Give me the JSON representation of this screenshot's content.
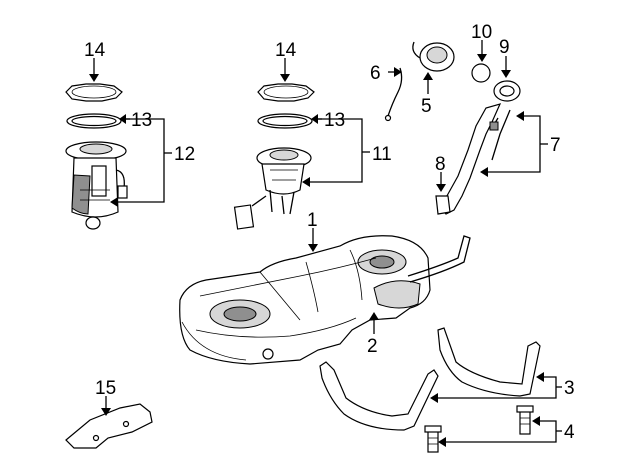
{
  "callouts": {
    "c1": "1",
    "c2": "2",
    "c3": "3",
    "c4": "4",
    "c5": "5",
    "c6": "6",
    "c7": "7",
    "c8": "8",
    "c9": "9",
    "c10": "10",
    "c11": "11",
    "c12": "12",
    "c13_left": "13",
    "c13_right": "13",
    "c14_left": "14",
    "c14_right": "14",
    "c15": "15"
  }
}
